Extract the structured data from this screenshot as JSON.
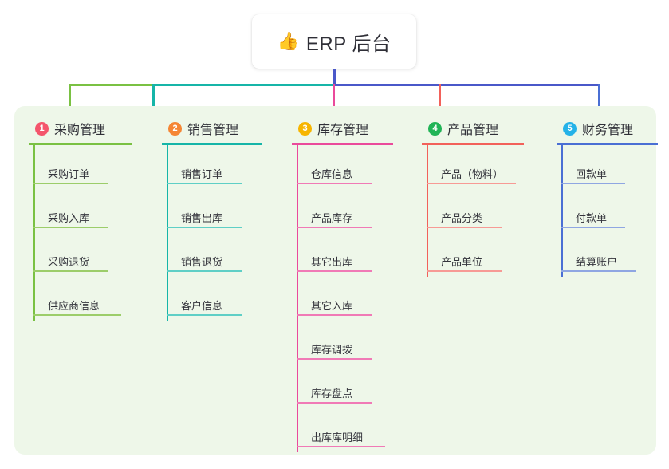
{
  "root": {
    "emoji": "👍",
    "icon_name": "thumbs-up-icon",
    "title": "ERP 后台"
  },
  "panel": {
    "background": "#eef7e9"
  },
  "columns": [
    {
      "number": "1",
      "title": "采购管理",
      "color": "#7ac143",
      "badge_color": "#f4556c",
      "items": [
        "采购订单",
        "采购入库",
        "采购退货",
        "供应商信息"
      ]
    },
    {
      "number": "2",
      "title": "销售管理",
      "color": "#16b5a8",
      "badge_color": "#f58634",
      "items": [
        "销售订单",
        "销售出库",
        "销售退货",
        "客户信息"
      ]
    },
    {
      "number": "3",
      "title": "库存管理",
      "color": "#ea4a9b",
      "badge_color": "#f7b500",
      "items": [
        "仓库信息",
        "产品库存",
        "其它出库",
        "其它入库",
        "库存调拨",
        "库存盘点",
        "出库库明细"
      ]
    },
    {
      "number": "4",
      "title": "产品管理",
      "color": "#f2615a",
      "badge_color": "#22b457",
      "items": [
        "产品（物料）",
        "产品分类",
        "产品单位"
      ]
    },
    {
      "number": "5",
      "title": "财务管理",
      "color": "#4a6fd4",
      "badge_color": "#24b2e8",
      "items": [
        "回款单",
        "付款单",
        "结算账户"
      ]
    }
  ],
  "connector": {
    "trunk_color": "#4a58c9",
    "segments": [
      {
        "color": "#7ac143"
      },
      {
        "color": "#16b5a8"
      },
      {
        "color": "#4a58c9"
      },
      {
        "color": "#4a58c9"
      }
    ]
  }
}
